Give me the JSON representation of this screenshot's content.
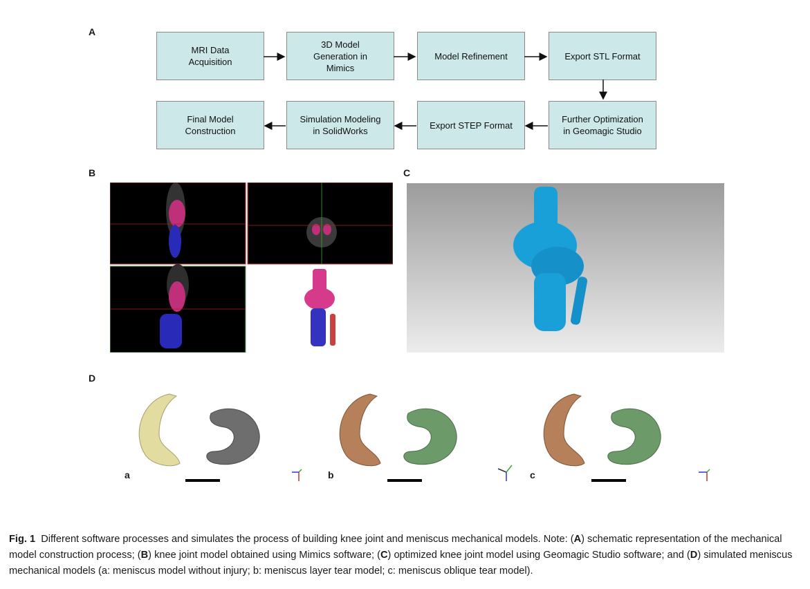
{
  "panels": {
    "A": "A",
    "B": "B",
    "C": "C",
    "D": "D"
  },
  "flow": {
    "row1": [
      "MRI Data\nAcquisition",
      "3D Model\nGeneration in\nMimics",
      "Model Refinement",
      "Export STL Format"
    ],
    "row2": [
      "Final Model\nConstruction",
      "Simulation Modeling\nin SolidWorks",
      "Export STEP Format",
      "Further Optimization\nin Geomagic Studio"
    ]
  },
  "sublabels": {
    "a": "a",
    "b": "b",
    "c": "c"
  },
  "caption": {
    "fig": "Fig. 1",
    "text1": "Different software processes and simulates the process of building knee joint and meniscus mechanical models. Note: (",
    "A": "A",
    "text2": ") schematic representation of the mechanical model construction process; (",
    "B": "B",
    "text3": ") knee joint model obtained using Mimics software; (",
    "C": "C",
    "text4": ") optimized knee joint model using Geomagic Studio software; and (",
    "D": "D",
    "text5": ") simulated meniscus mechanical models (a: meniscus model without injury; b: meniscus layer tear model; c: meniscus oblique tear model)."
  }
}
